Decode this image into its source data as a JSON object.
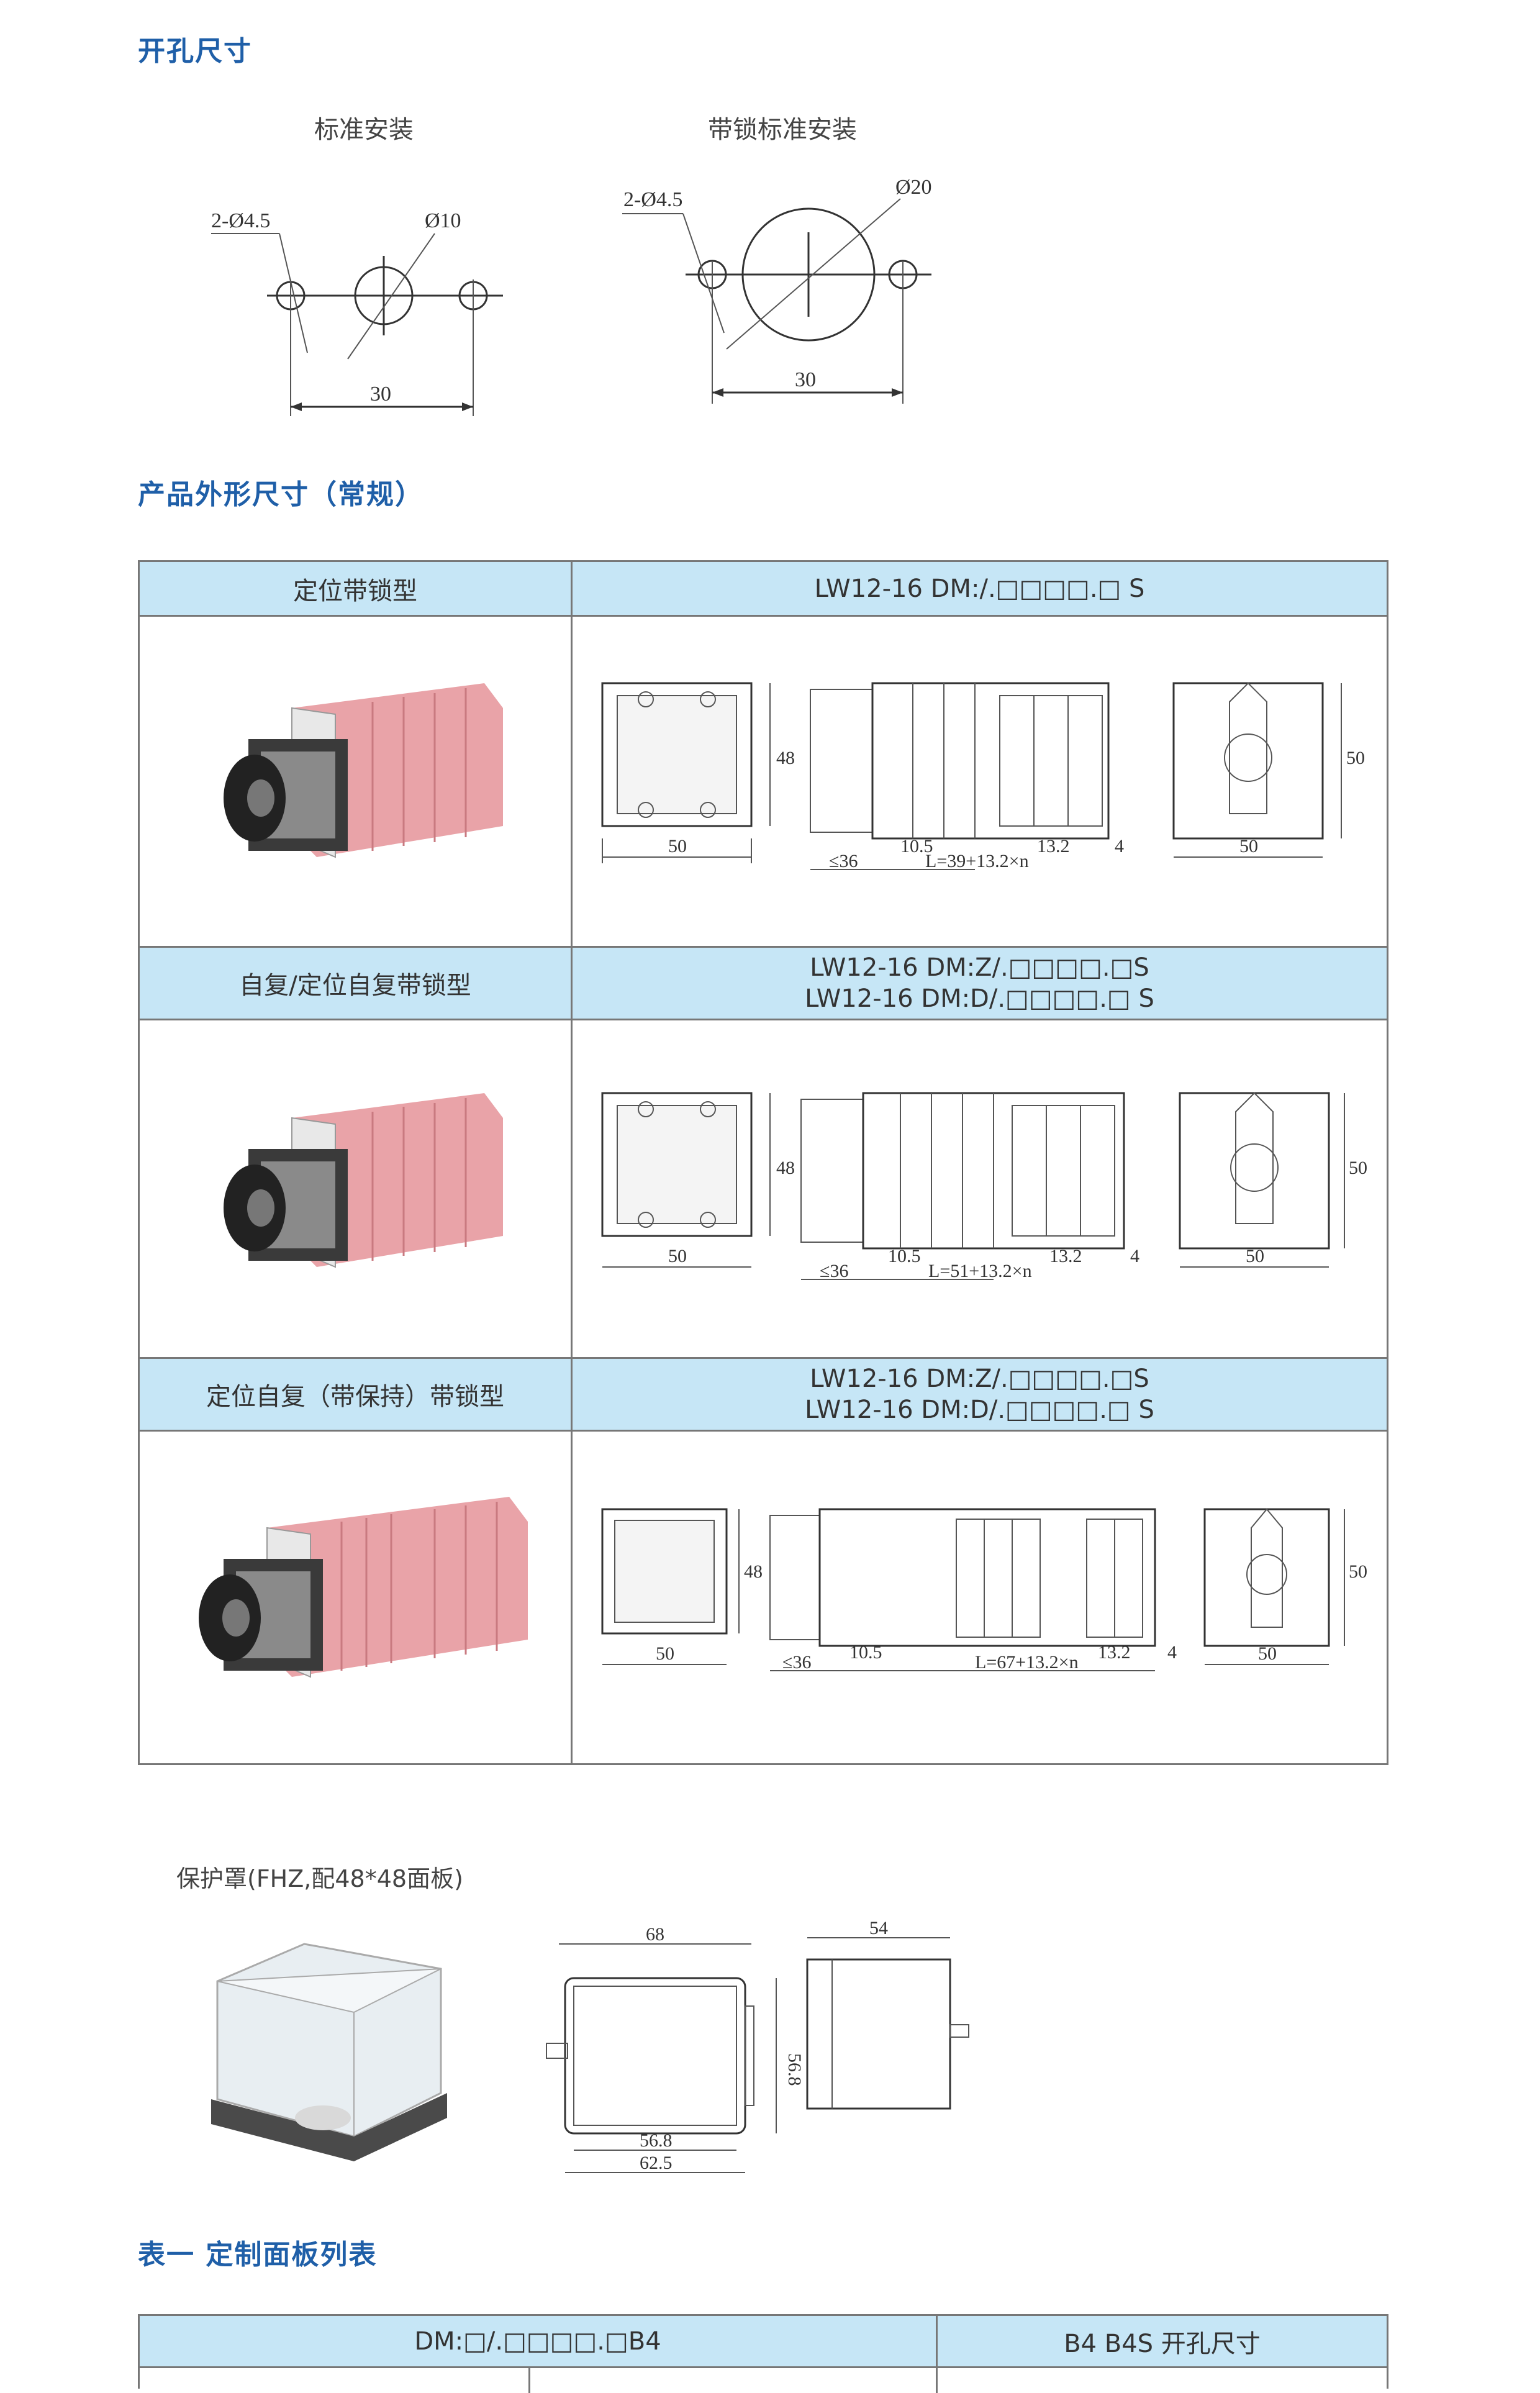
{
  "sections": {
    "cutout_title": "开孔尺寸",
    "outline_title": "产品外形尺寸（常规）",
    "table1_title": "表一 定制面板列表"
  },
  "cutout": {
    "standard": {
      "label": "标准安装",
      "holes": "2-Ø4.5",
      "center": "Ø10",
      "span": "30"
    },
    "locking": {
      "label": "带锁标准安装",
      "holes": "2-Ø4.5",
      "center": "Ø20",
      "span": "30"
    }
  },
  "rows": [
    {
      "type": "定位带锁型",
      "model_1": "LW12-16 DM:/.□□□□.□ S",
      "model_2": "",
      "len": "L=39+13.2×n"
    },
    {
      "type": "自复/定位自复带锁型",
      "model_1": "LW12-16 DM:Z/.□□□□.□S",
      "model_2": "LW12-16 DM:D/.□□□□.□ S",
      "len": "L=51+13.2×n"
    },
    {
      "type": "定位自复（带保持）带锁型",
      "model_1": "LW12-16 DM:Z/.□□□□.□S",
      "model_2": "LW12-16 DM:D/.□□□□.□ S",
      "len": "L=67+13.2×n"
    }
  ],
  "dims": {
    "w50": "50",
    "h48": "48",
    "d105": "10.5",
    "d132": "13.2",
    "le36": "≤36",
    "d4": "4",
    "h50": "50"
  },
  "cover": {
    "label": "保护罩(FHZ,配48*48面板)",
    "d68": "68",
    "d54": "54",
    "d568": "56.8",
    "d625": "62.5",
    "h568": "56.8"
  },
  "table1": {
    "col1": "DM:□/.□□□□.□B4",
    "col2": "B4 B4S 开孔尺寸"
  }
}
